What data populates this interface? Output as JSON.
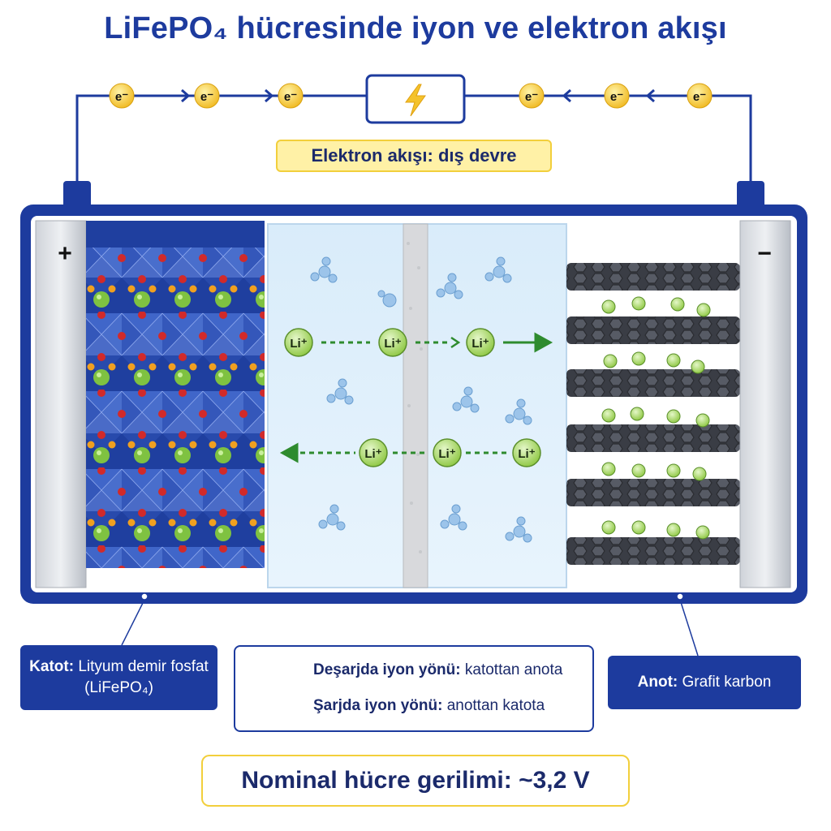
{
  "title": "LiFePO₄ hücresinde iyon ve elektron akışı",
  "electron_label": "e⁻",
  "circuit_label": "Elektron akışı: dış devre",
  "lightning_icon": "lightning-bolt-icon",
  "cathode": {
    "sign": "+",
    "caption_bold": "Katot:",
    "caption_rest": " Lityum demir fosfat (LiFePO₄)"
  },
  "anode": {
    "sign": "−",
    "caption_bold": "Anot:",
    "caption_rest": " Grafit karbon"
  },
  "ion_label": "Li⁺",
  "legend": {
    "discharge_bold": "Deşarjda iyon yönü:",
    "discharge_rest": " katottan anota",
    "charge_bold": "Şarjda iyon yönü:",
    "charge_rest": " anottan katota"
  },
  "voltage": "Nominal hücre gerilimi: ~3,2 V",
  "colors": {
    "primary_blue": "#1d3b9e",
    "electron_yellow": "#f7c934",
    "ion_green": "#8cc63f",
    "arrow_green": "#2e8b2e",
    "highlight_yellow": "#fff1a6"
  }
}
